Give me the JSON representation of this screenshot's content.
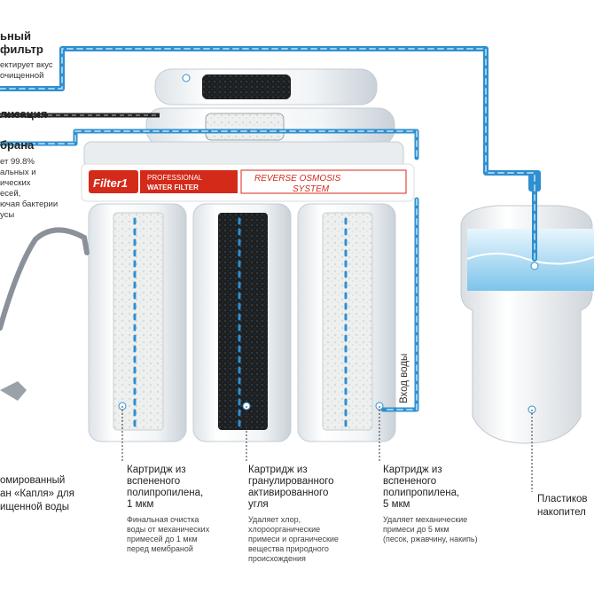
{
  "left_labels": {
    "carbon_filter_title_1": "ьный",
    "carbon_filter_title_2": "фильтр",
    "carbon_filter_desc_1": "ектирует вкус",
    "carbon_filter_desc_2": "очищенной",
    "mineralization": "лизация",
    "membrane_title": "брана",
    "membrane_desc_1": "ет 99.8%",
    "membrane_desc_2": "альных и",
    "membrane_desc_3": "ических",
    "membrane_desc_4": "есей,",
    "membrane_desc_5": "ючая бактерии",
    "membrane_desc_6": "усы",
    "faucet_1": "омированный",
    "faucet_2": "ан «Капля» для",
    "faucet_3": "ищенной воды"
  },
  "brand": {
    "logo_text": "Filter1",
    "line1": "PROFESSIONAL",
    "line2": "WATER FILTER",
    "system_line1": "REVERSE OSMOSIS",
    "system_line2": "SYSTEM"
  },
  "cartridges": [
    {
      "title": "Картридж из вспененого полипропилена, 1 мкм",
      "title_lines": [
        "Картридж из",
        "вспененого",
        "полипропилена,",
        "1 мкм"
      ],
      "desc_lines": [
        "Финальная очистка",
        "воды от механических",
        "примесей до 1 мкм",
        "перед мембраной"
      ]
    },
    {
      "title": "Картридж из гранулированного активированного угля",
      "title_lines": [
        "Картридж из",
        "гранулированного",
        "активированного",
        "угля"
      ],
      "desc_lines": [
        "Удаляет хлор,",
        "хлороорганические",
        "примеси и органические",
        "вещества природного",
        "происхождения"
      ]
    },
    {
      "title": "Картридж из вспененого полипропилена, 5 мкм",
      "title_lines": [
        "Картридж из",
        "вспененого",
        "полипропилена,",
        "5 мкм"
      ],
      "desc_lines": [
        "Удаляет механические",
        "примеси до 5 мкм",
        "(песок, ржавчину, накипь)"
      ]
    }
  ],
  "water_inlet": "Вход воды",
  "tank": {
    "line1": "Пластиков",
    "line2": "накопител"
  },
  "colors": {
    "water_line": "#2f8fd0",
    "water_line_light": "#9fd0f0",
    "drain_line": "#222222",
    "logo_red": "#d42a1a",
    "housing": "#f4f6f8"
  }
}
